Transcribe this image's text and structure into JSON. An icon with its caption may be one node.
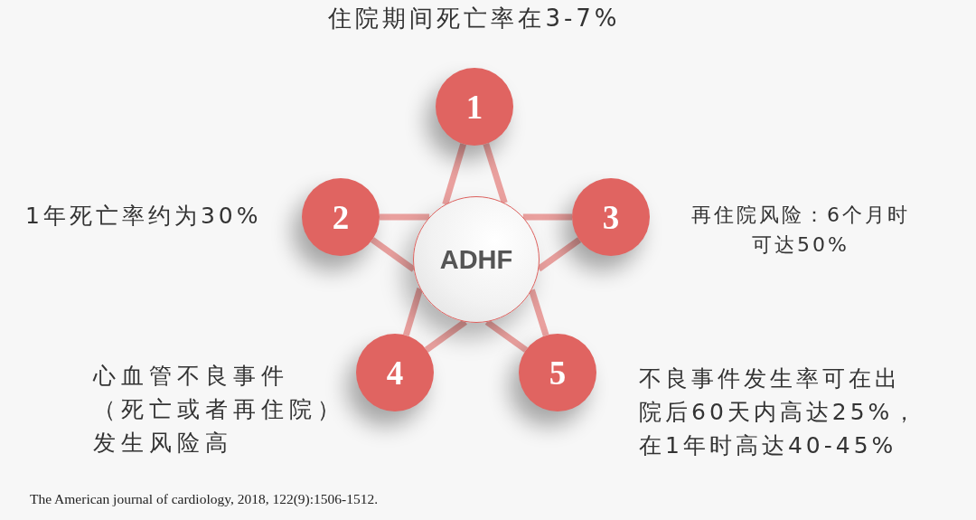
{
  "diagram": {
    "nodes": [
      {
        "text": [
          "ADHF"
        ]
      },
      {
        "text": [
          "1"
        ],
        "beside": [
          "住院期间死亡率在3-7%"
        ]
      },
      {
        "text": [
          "2"
        ],
        "beside": [
          "1年死亡率约为30%"
        ]
      },
      {
        "text": [
          "3"
        ],
        "beside": [
          "再住院风险：6个月时可达50%"
        ]
      },
      {
        "text": [
          "4"
        ],
        "beside": [
          "心血管不良事件（死亡或者再住院）发生风险高"
        ]
      },
      {
        "text": [
          "5"
        ],
        "beside": [
          "不良事件发生率可在出院后60天内高达25%，在1年时高达40-45%"
        ]
      }
    ],
    "edges": [
      {
        "from": 1,
        "to": 0,
        "arrow": "none"
      },
      {
        "from": 1,
        "to": 0,
        "arrow": "none"
      },
      {
        "from": 2,
        "to": 0,
        "arrow": "none"
      },
      {
        "from": 2,
        "to": 0,
        "arrow": "none"
      },
      {
        "from": 3,
        "to": 0,
        "arrow": "none"
      },
      {
        "from": 3,
        "to": 0,
        "arrow": "none"
      },
      {
        "from": 4,
        "to": 0,
        "arrow": "none"
      },
      {
        "from": 4,
        "to": 0,
        "arrow": "none"
      },
      {
        "from": 5,
        "to": 0,
        "arrow": "none"
      },
      {
        "from": 5,
        "to": 0,
        "arrow": "none"
      }
    ],
    "labels": [
      "The American journal of cardiology, 2018, 122(9):1506-1512."
    ]
  }
}
